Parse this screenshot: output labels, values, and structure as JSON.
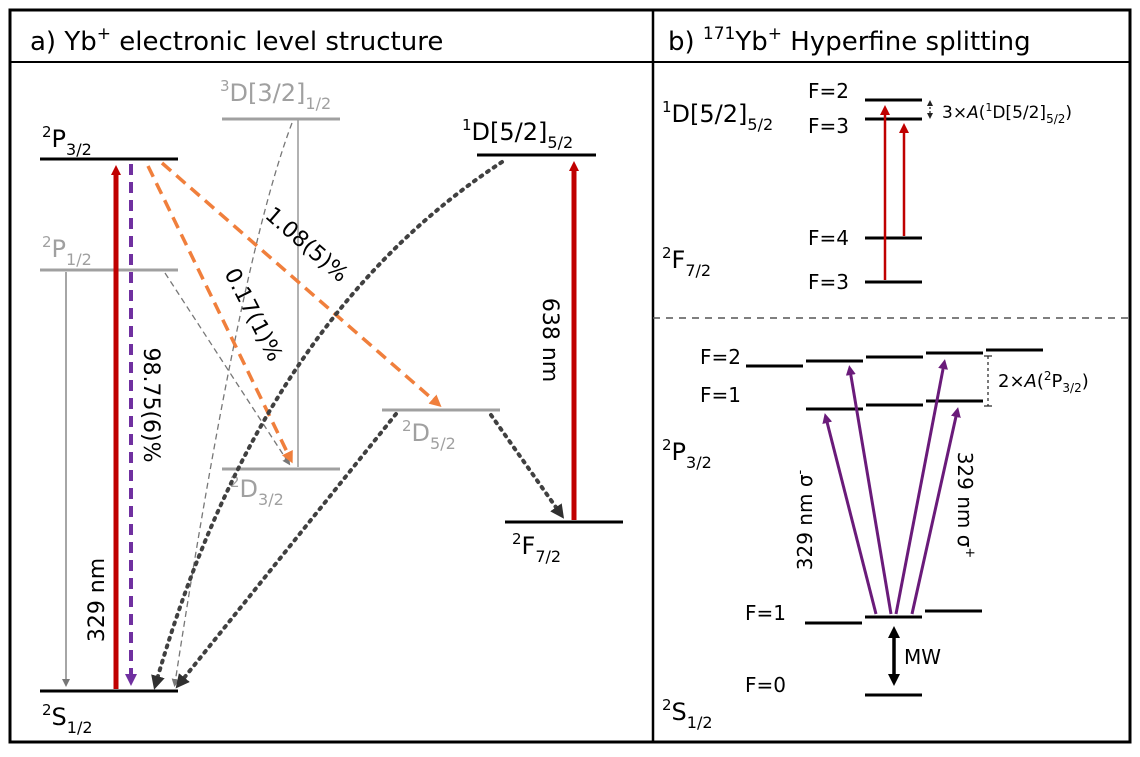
{
  "panel_a": {
    "title_prefix": "a) Yb",
    "title_sup": "+",
    "title_suffix": " electronic level structure",
    "levels": {
      "p32": {
        "label_sup": "2",
        "label_main": "P",
        "label_sub": "3/2",
        "color": "#000000"
      },
      "p12": {
        "label_sup": "2",
        "label_main": "P",
        "label_sub": "1/2",
        "color": "#a0a0a0"
      },
      "s12": {
        "label_sup": "2",
        "label_main": "S",
        "label_sub": "1/2",
        "color": "#000000"
      },
      "d3_32_12": {
        "label_sup": "3",
        "label_main": "D[3/2]",
        "label_sub": "1/2",
        "color": "#a0a0a0"
      },
      "d1_52_52": {
        "label_sup": "1",
        "label_main": "D[5/2]",
        "label_sub": "5/2",
        "color": "#000000"
      },
      "d32": {
        "label_sup": "2",
        "label_main": "D",
        "label_sub": "3/2",
        "color": "#a0a0a0"
      },
      "d52": {
        "label_sup": "2",
        "label_main": "D",
        "label_sub": "5/2",
        "color": "#a0a0a0"
      },
      "f72": {
        "label_sup": "2",
        "label_main": "F",
        "label_sub": "7/2",
        "color": "#000000"
      }
    },
    "transitions": {
      "laser_329": "329 nm",
      "branch_s": "98.75(6)%",
      "branch_d32": "0.17(1)%",
      "branch_d52": "1.08(5)%",
      "laser_638": "638 nm"
    }
  },
  "panel_b": {
    "title_prefix": "b) ",
    "title_sup": "171",
    "title_mid": "Yb",
    "title_sup2": "+",
    "title_suffix": " Hyperfine splitting",
    "upper": {
      "level_d_sup": "1",
      "level_d_main": "D[5/2]",
      "level_d_sub": "5/2",
      "level_f_sup": "2",
      "level_f_main": "F",
      "level_f_sub": "7/2",
      "f2": "F=2",
      "f3_top": "F=3",
      "f4": "F=4",
      "f3_bottom": "F=3",
      "splitting_prefix": "3×",
      "splitting_A": "A",
      "splitting_open": "(",
      "splitting_sup": "1",
      "splitting_main": "D[5/2]",
      "splitting_sub": "5/2",
      "splitting_close": ")"
    },
    "lower": {
      "level_p_sup": "2",
      "level_p_main": "P",
      "level_p_sub": "3/2",
      "level_s_sup": "2",
      "level_s_main": "S",
      "level_s_sub": "1/2",
      "f2": "F=2",
      "f1_p": "F=1",
      "f1_s": "F=1",
      "f0": "F=0",
      "splitting_prefix": "2×",
      "splitting_A": "A",
      "splitting_open": "(",
      "splitting_sup": "2",
      "splitting_main": "P",
      "splitting_sub": "3/2",
      "splitting_close": ")",
      "sigma_minus_label": "329 nm σ",
      "sigma_minus_sup": "-",
      "sigma_plus_label": "329 nm σ",
      "sigma_plus_sup": "+",
      "mw": "MW"
    }
  },
  "colors": {
    "laser_red": "#c00000",
    "decay_purple": "#7030a0",
    "branch_orange": "#f07f3c",
    "grey": "#a0a0a0",
    "dotted": "#404040",
    "sigma_purple": "#6a1b7a"
  }
}
